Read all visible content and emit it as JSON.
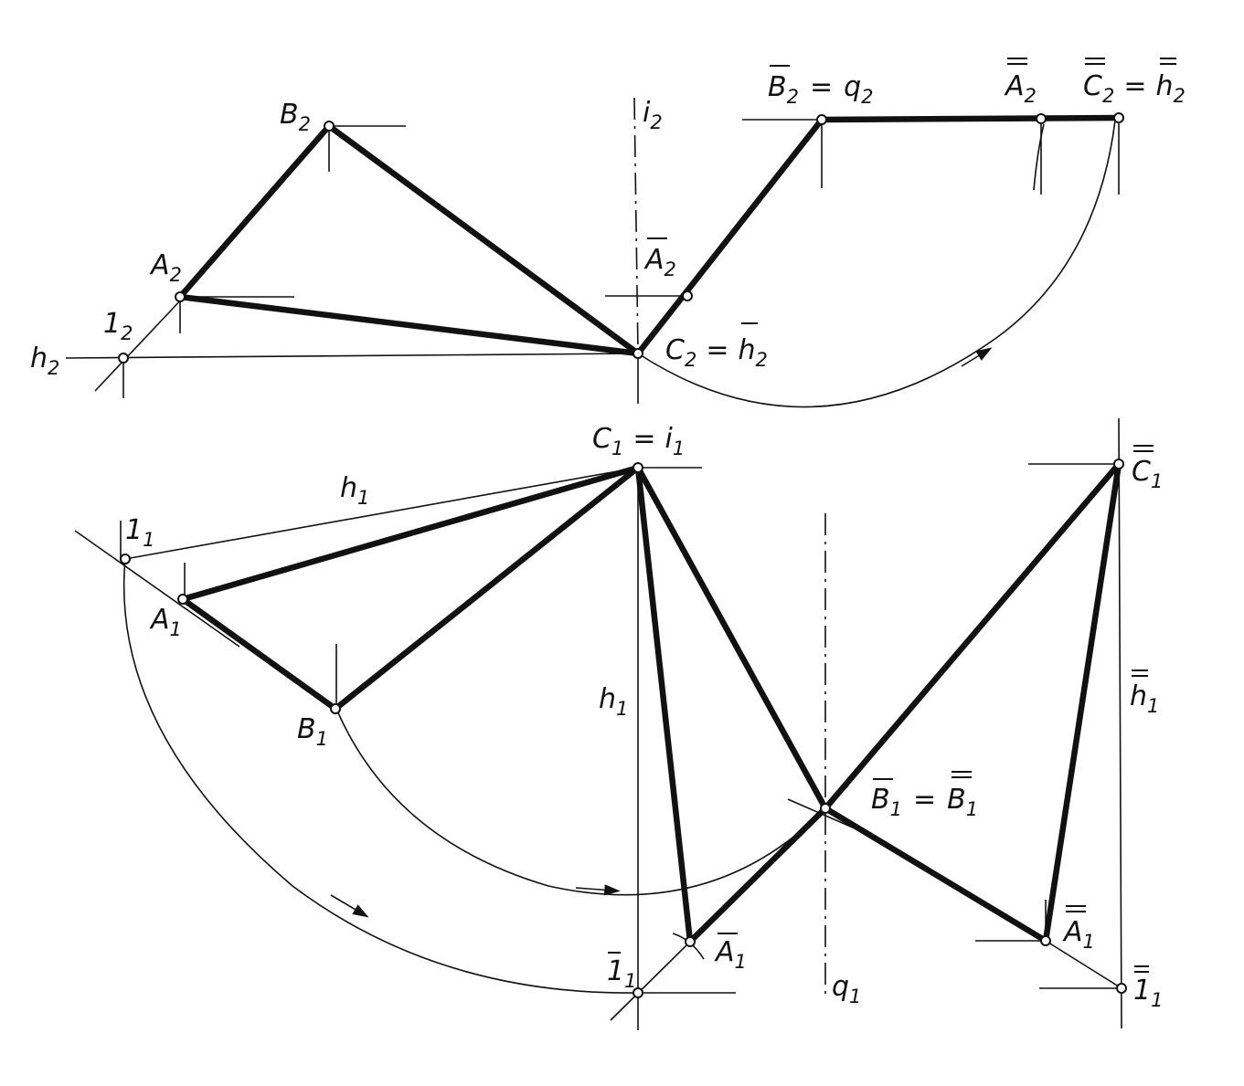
{
  "colors": {
    "ink": "#111111",
    "paper": "#ffffff"
  },
  "labels": {
    "B2": {
      "base": "B",
      "sub": "2"
    },
    "A2": {
      "base": "A",
      "sub": "2"
    },
    "one2": {
      "base": "1",
      "sub": "2"
    },
    "h2": {
      "base": "h",
      "sub": "2"
    },
    "i2": {
      "base": "i",
      "sub": "2"
    },
    "Abar2": {
      "base": "A",
      "sub": "2"
    },
    "C2eq": {
      "base": "C",
      "sub": "2",
      "eq": "=",
      "base2": "h",
      "sub2": "2"
    },
    "Bbar2eq": {
      "base": "B",
      "sub": "2",
      "eq": "=",
      "base2": "q",
      "sub2": "2"
    },
    "Abb2": {
      "base": "A",
      "sub": "2"
    },
    "Cbb2eq": {
      "base": "C",
      "sub": "2",
      "eq": "=",
      "base2": "h",
      "sub2": "2"
    },
    "C1eq": {
      "base": "C",
      "sub": "1",
      "eq": "=",
      "base2": "i",
      "sub2": "1"
    },
    "h1top": {
      "base": "h",
      "sub": "1"
    },
    "one1": {
      "base": "1",
      "sub": "1"
    },
    "A1": {
      "base": "A",
      "sub": "1"
    },
    "B1": {
      "base": "B",
      "sub": "1"
    },
    "h1vert": {
      "base": "h",
      "sub": "1"
    },
    "Bbar1eq": {
      "base": "B",
      "sub": "1",
      "eq": "=",
      "base2": "B",
      "sub2": "1"
    },
    "Cbb1": {
      "base": "C",
      "sub": "1"
    },
    "hbb1": {
      "base": "h",
      "sub": "1"
    },
    "Abar1": {
      "base": "A",
      "sub": "1"
    },
    "onebar1": {
      "base": "1",
      "sub": "1"
    },
    "q1": {
      "base": "q",
      "sub": "1"
    },
    "Abb1": {
      "base": "A",
      "sub": "1"
    },
    "onebb1": {
      "base": "1",
      "sub": "1"
    }
  }
}
